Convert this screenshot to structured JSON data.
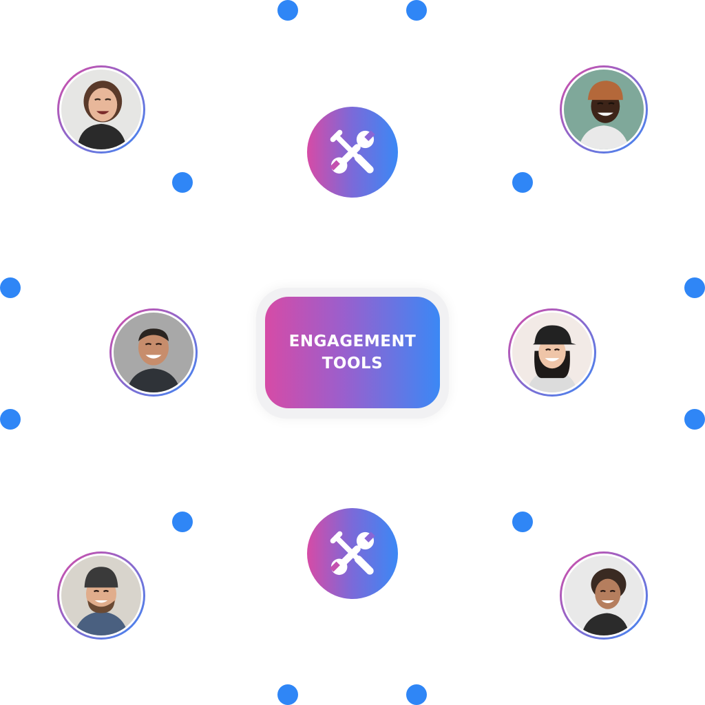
{
  "colors": {
    "dot": "#2f86f6",
    "gradient_start": "#d64ba6",
    "gradient_end": "#3b88f5"
  },
  "center_card": {
    "line1": "ENGAGEMENT",
    "line2": "TOOLS"
  },
  "icons": {
    "tool": "tools-icon",
    "avatar": "person-avatar"
  }
}
